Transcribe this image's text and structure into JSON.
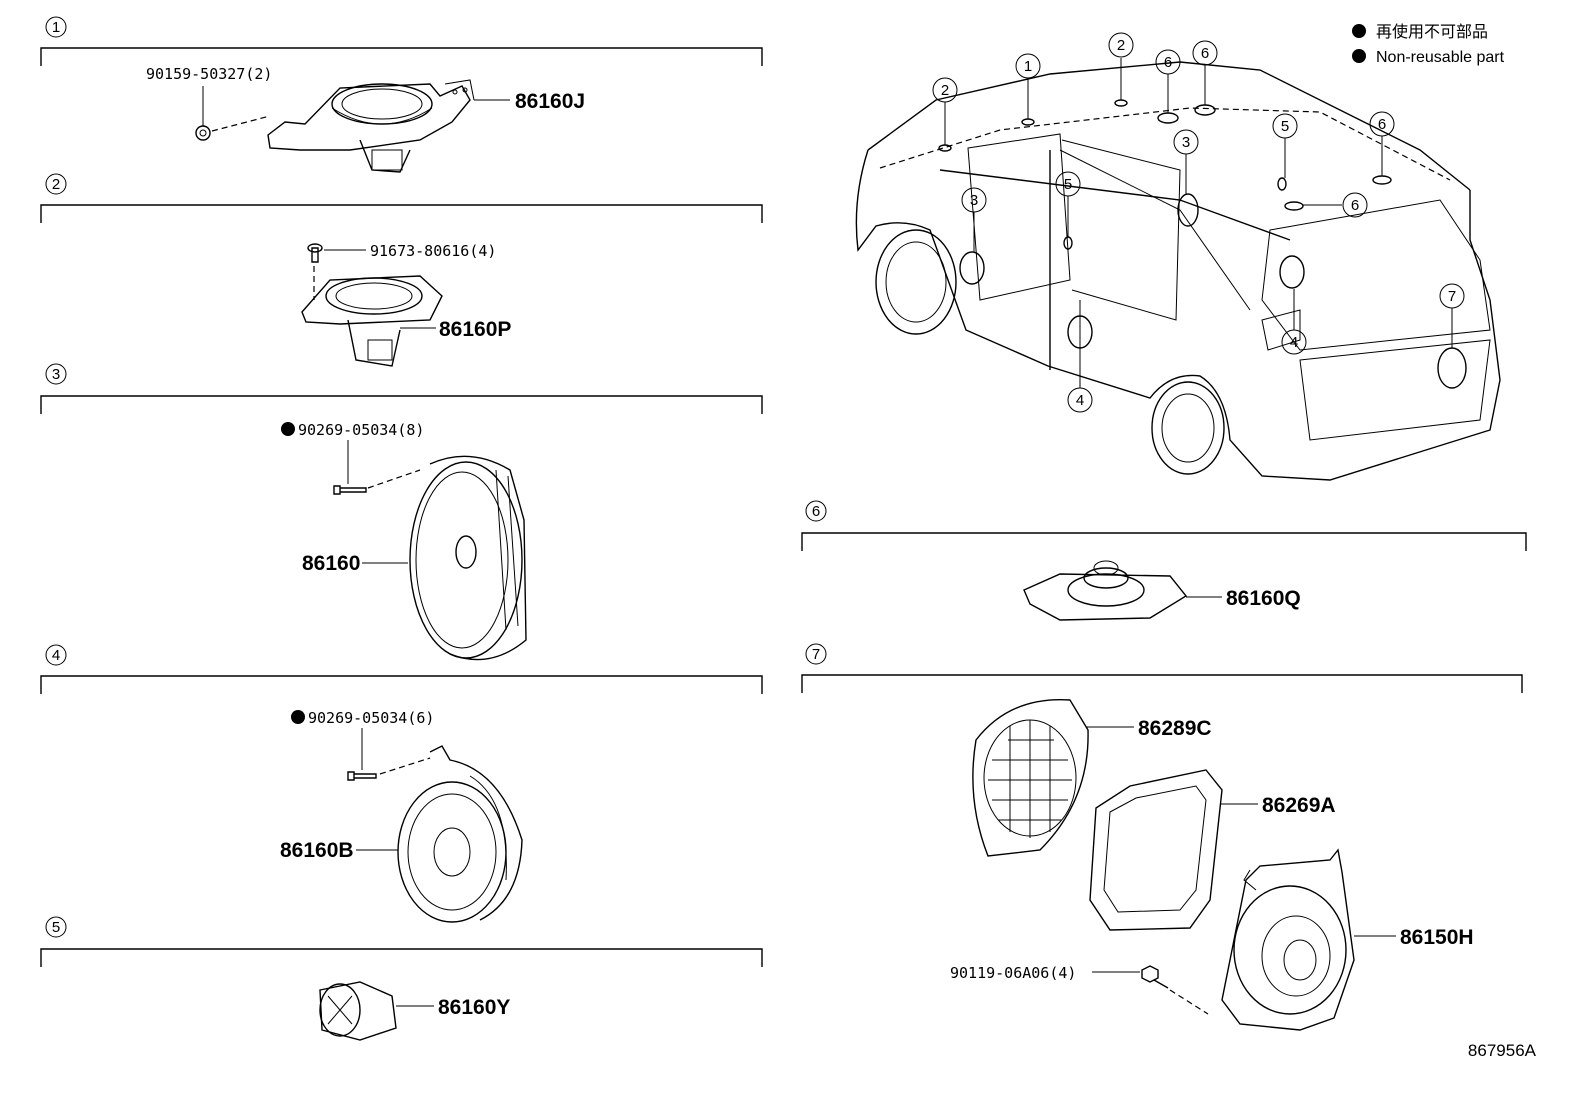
{
  "legend": {
    "ja": "再使用不可部品",
    "en": "Non-reusable part"
  },
  "reference": "867956A",
  "sections": [
    {
      "id": "1",
      "parts": [
        {
          "number": "86160J"
        },
        {
          "number": "90159-50327(2)"
        }
      ]
    },
    {
      "id": "2",
      "parts": [
        {
          "number": "86160P"
        },
        {
          "number": "91673-80616(4)"
        }
      ]
    },
    {
      "id": "3",
      "parts": [
        {
          "number": "86160"
        },
        {
          "number": "90269-05034(8)",
          "non_reusable": true
        }
      ]
    },
    {
      "id": "4",
      "parts": [
        {
          "number": "86160B"
        },
        {
          "number": "90269-05034(6)",
          "non_reusable": true
        }
      ]
    },
    {
      "id": "5",
      "parts": [
        {
          "number": "86160Y"
        }
      ]
    },
    {
      "id": "6",
      "parts": [
        {
          "number": "86160Q"
        }
      ]
    },
    {
      "id": "7",
      "parts": [
        {
          "number": "86289C"
        },
        {
          "number": "86269A"
        },
        {
          "number": "86150H"
        },
        {
          "number": "90119-06A06(4)"
        }
      ]
    }
  ],
  "vehicle_callouts": [
    "1",
    "2",
    "2",
    "3",
    "3",
    "4",
    "4",
    "5",
    "5",
    "6",
    "6",
    "6",
    "6",
    "7"
  ]
}
